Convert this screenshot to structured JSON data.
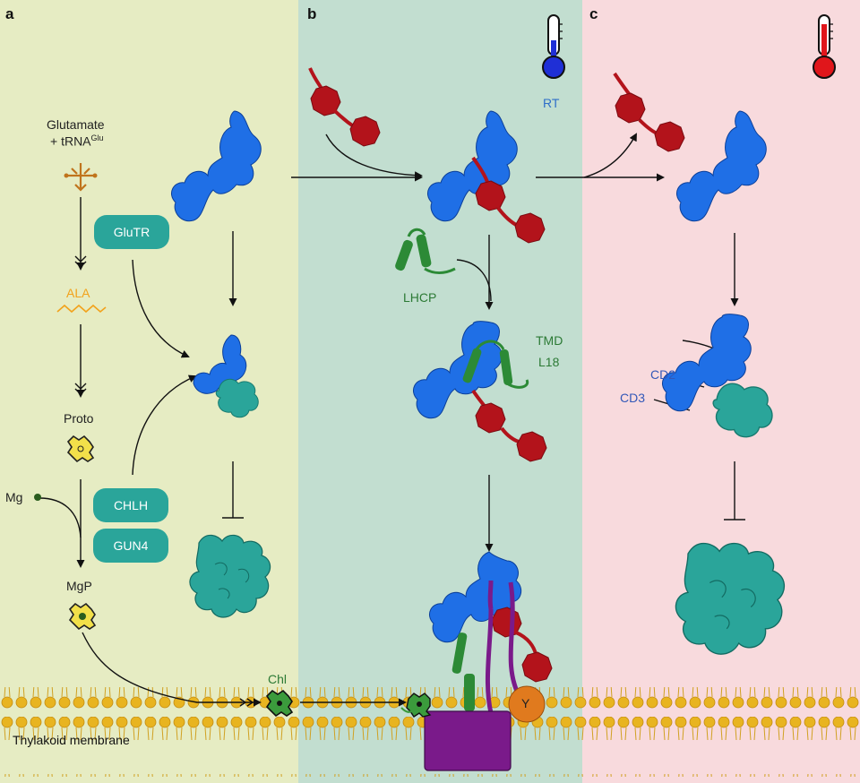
{
  "panels": {
    "a": "a",
    "b": "b",
    "c": "c"
  },
  "labels": {
    "glutamate_line1": "Glutamate",
    "glutamate_line2": "+ tRNA",
    "glutamate_sup": "Glu",
    "ala": "ALA",
    "proto": "Proto",
    "mg": "Mg",
    "mgp": "MgP",
    "chl": "Chl",
    "membrane": "Thylakoid membrane",
    "rt": "RT",
    "lhcp": "LHCP",
    "tmd": "TMD",
    "l18": "L18",
    "cd2": "CD2",
    "cd3": "CD3",
    "y": "Y"
  },
  "pills": {
    "glutr": "GluTR",
    "chlh": "CHLH",
    "gun4": "GUN4"
  },
  "colors": {
    "panel_a": "#e6ecc3",
    "panel_b": "#c2ded0",
    "panel_c": "#f8dadd",
    "protein_blue": "#1f6fe6",
    "protein_red": "#b3131b",
    "teal": "#2aa59a",
    "lhcp_green": "#2c8a36",
    "complex_purple": "#7a1a8a",
    "membrane_yellow": "#e8b420",
    "thermo_blue": "#1f2fd6",
    "thermo_red": "#e0161b"
  },
  "icons": [
    "thermometer-cold-icon",
    "thermometer-hot-icon",
    "trna-icon",
    "porphyrin-icon"
  ]
}
